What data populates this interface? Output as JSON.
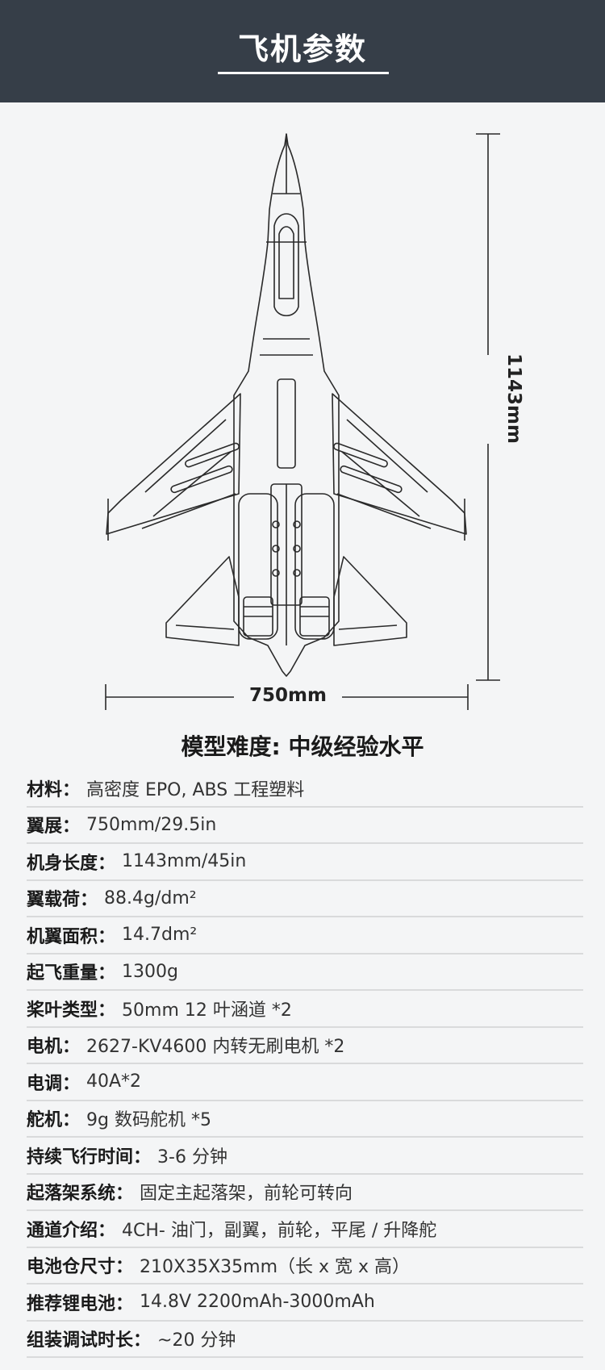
{
  "header": {
    "title": "飞机参数"
  },
  "diagram": {
    "width_label": "750mm",
    "length_label": "1143mm"
  },
  "difficulty": "模型难度: 中级经验水平",
  "specs": [
    {
      "label": "材料：",
      "value": "高密度 EPO, ABS 工程塑料"
    },
    {
      "label": "翼展：",
      "value": "750mm/29.5in"
    },
    {
      "label": "机身长度：",
      "value": "1143mm/45in"
    },
    {
      "label": "翼载荷：",
      "value": "88.4g/dm²"
    },
    {
      "label": "机翼面积：",
      "value": "14.7dm²"
    },
    {
      "label": "起飞重量：",
      "value": "1300g"
    },
    {
      "label": "桨叶类型：",
      "value": "50mm 12 叶涵道 *2"
    },
    {
      "label": "电机：",
      "value": "2627-KV4600 内转无刷电机 *2"
    },
    {
      "label": "电调：",
      "value": "40A*2"
    },
    {
      "label": "舵机：",
      "value": "9g 数码舵机 *5"
    },
    {
      "label": "持续飞行时间：",
      "value": "3-6 分钟"
    },
    {
      "label": "起落架系统：",
      "value": "固定主起落架，前轮可转向"
    },
    {
      "label": "通道介绍：",
      "value": "4CH- 油门，副翼，前轮，平尾 / 升降舵"
    },
    {
      "label": "电池仓尺寸：",
      "value": "210X35X35mm（长 x 宽 x 高）"
    },
    {
      "label": "推荐锂电池：",
      "value": "14.8V 2200mAh-3000mAh"
    },
    {
      "label": "组装调试时长：",
      "value": "~20 分钟"
    }
  ]
}
